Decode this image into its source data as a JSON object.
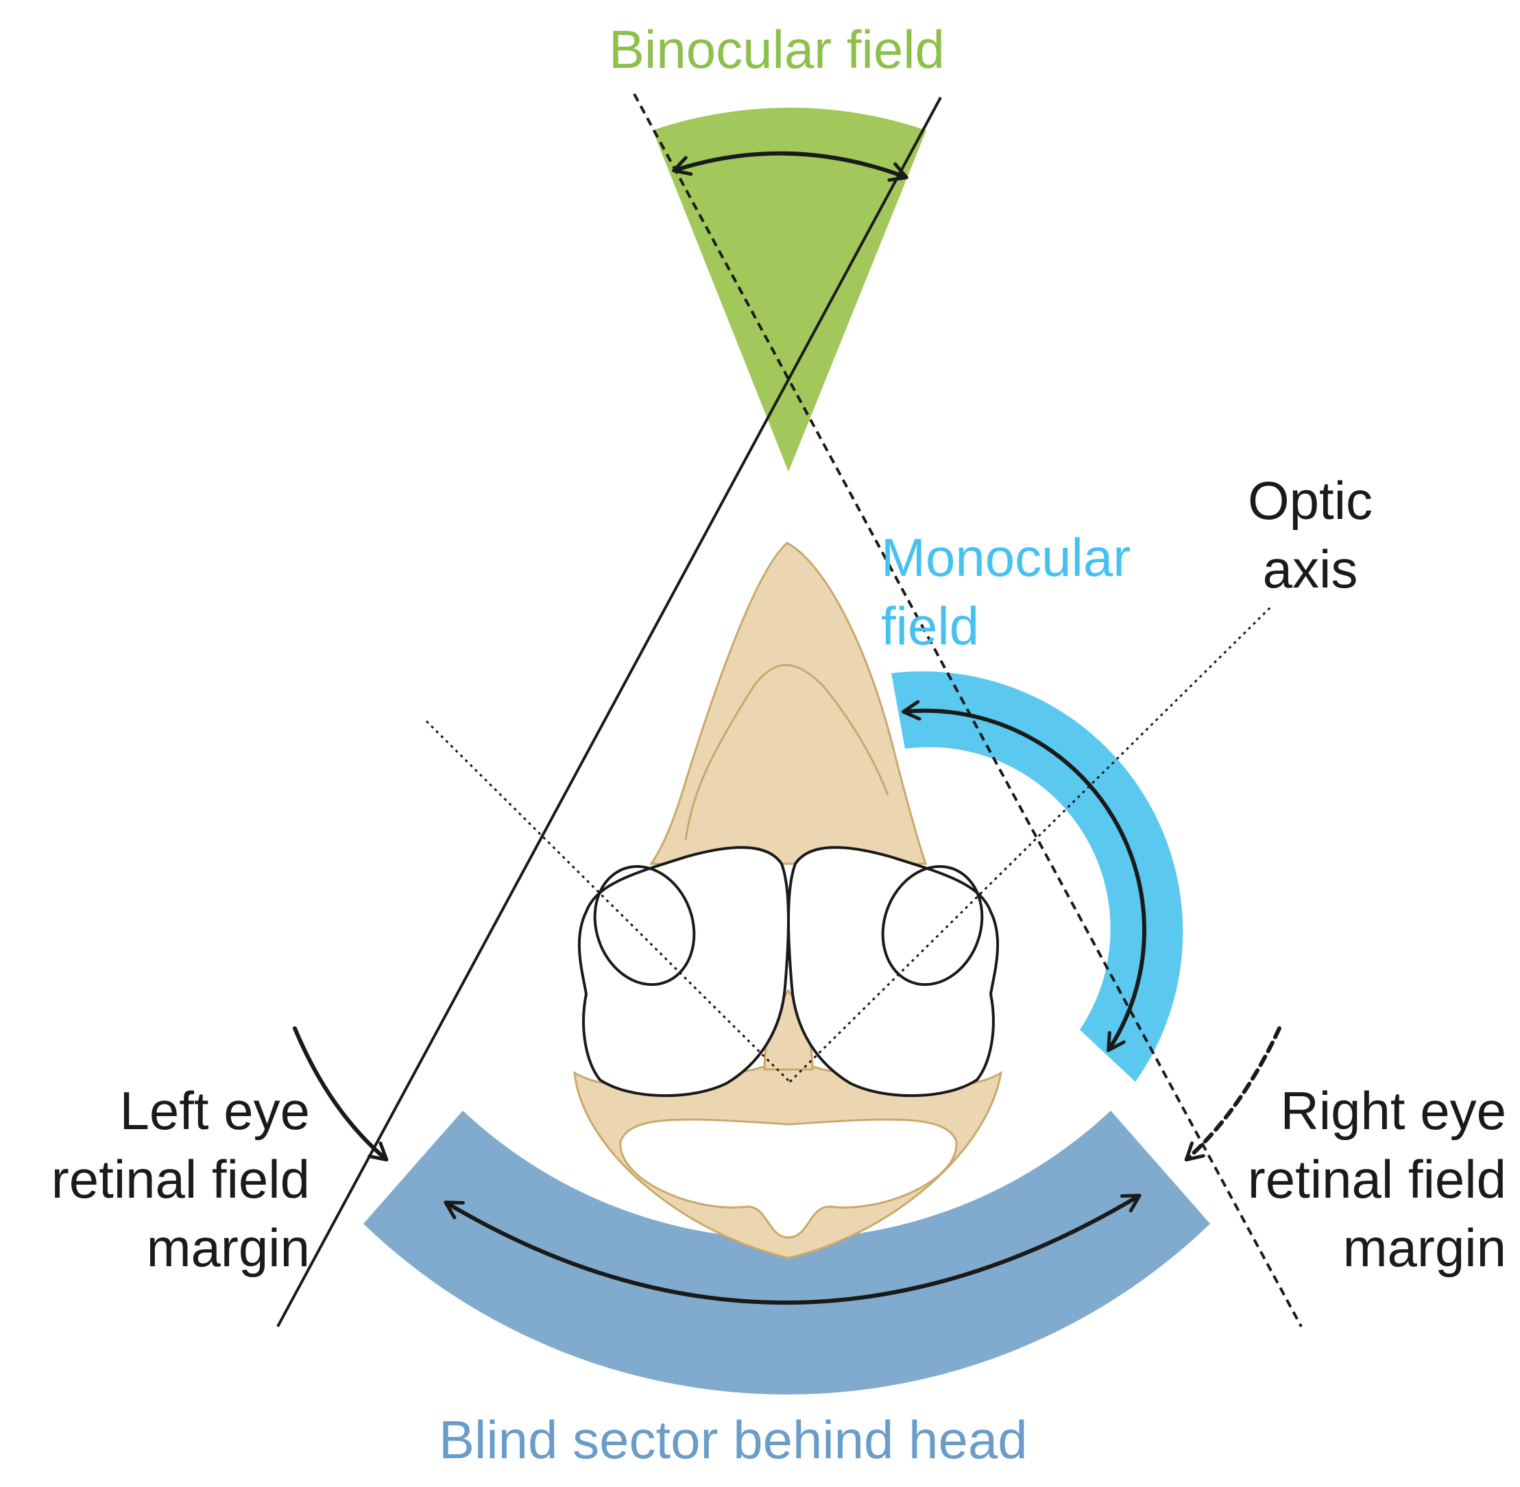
{
  "labels": {
    "binocular_field": "Binocular field",
    "optic_axis": [
      "Optic",
      "axis"
    ],
    "monocular_field": [
      "Monocular",
      "field"
    ],
    "left_margin": [
      "Left eye",
      "retinal field",
      "margin"
    ],
    "right_margin": [
      "Right eye",
      "retinal field",
      "margin"
    ],
    "blind_sector": "Blind sector behind head"
  },
  "colors": {
    "binocular": "#a2c75a",
    "monocular": "#5bc8f0",
    "blind": "#80abce",
    "skull_fill": "#ecd6b1",
    "skull_edge": "#c9a86a",
    "ink": "#1a1a1a",
    "binocular_text": "#8cc04a",
    "monocular_text": "#47c1f0",
    "blind_text": "#6a9cc8"
  }
}
